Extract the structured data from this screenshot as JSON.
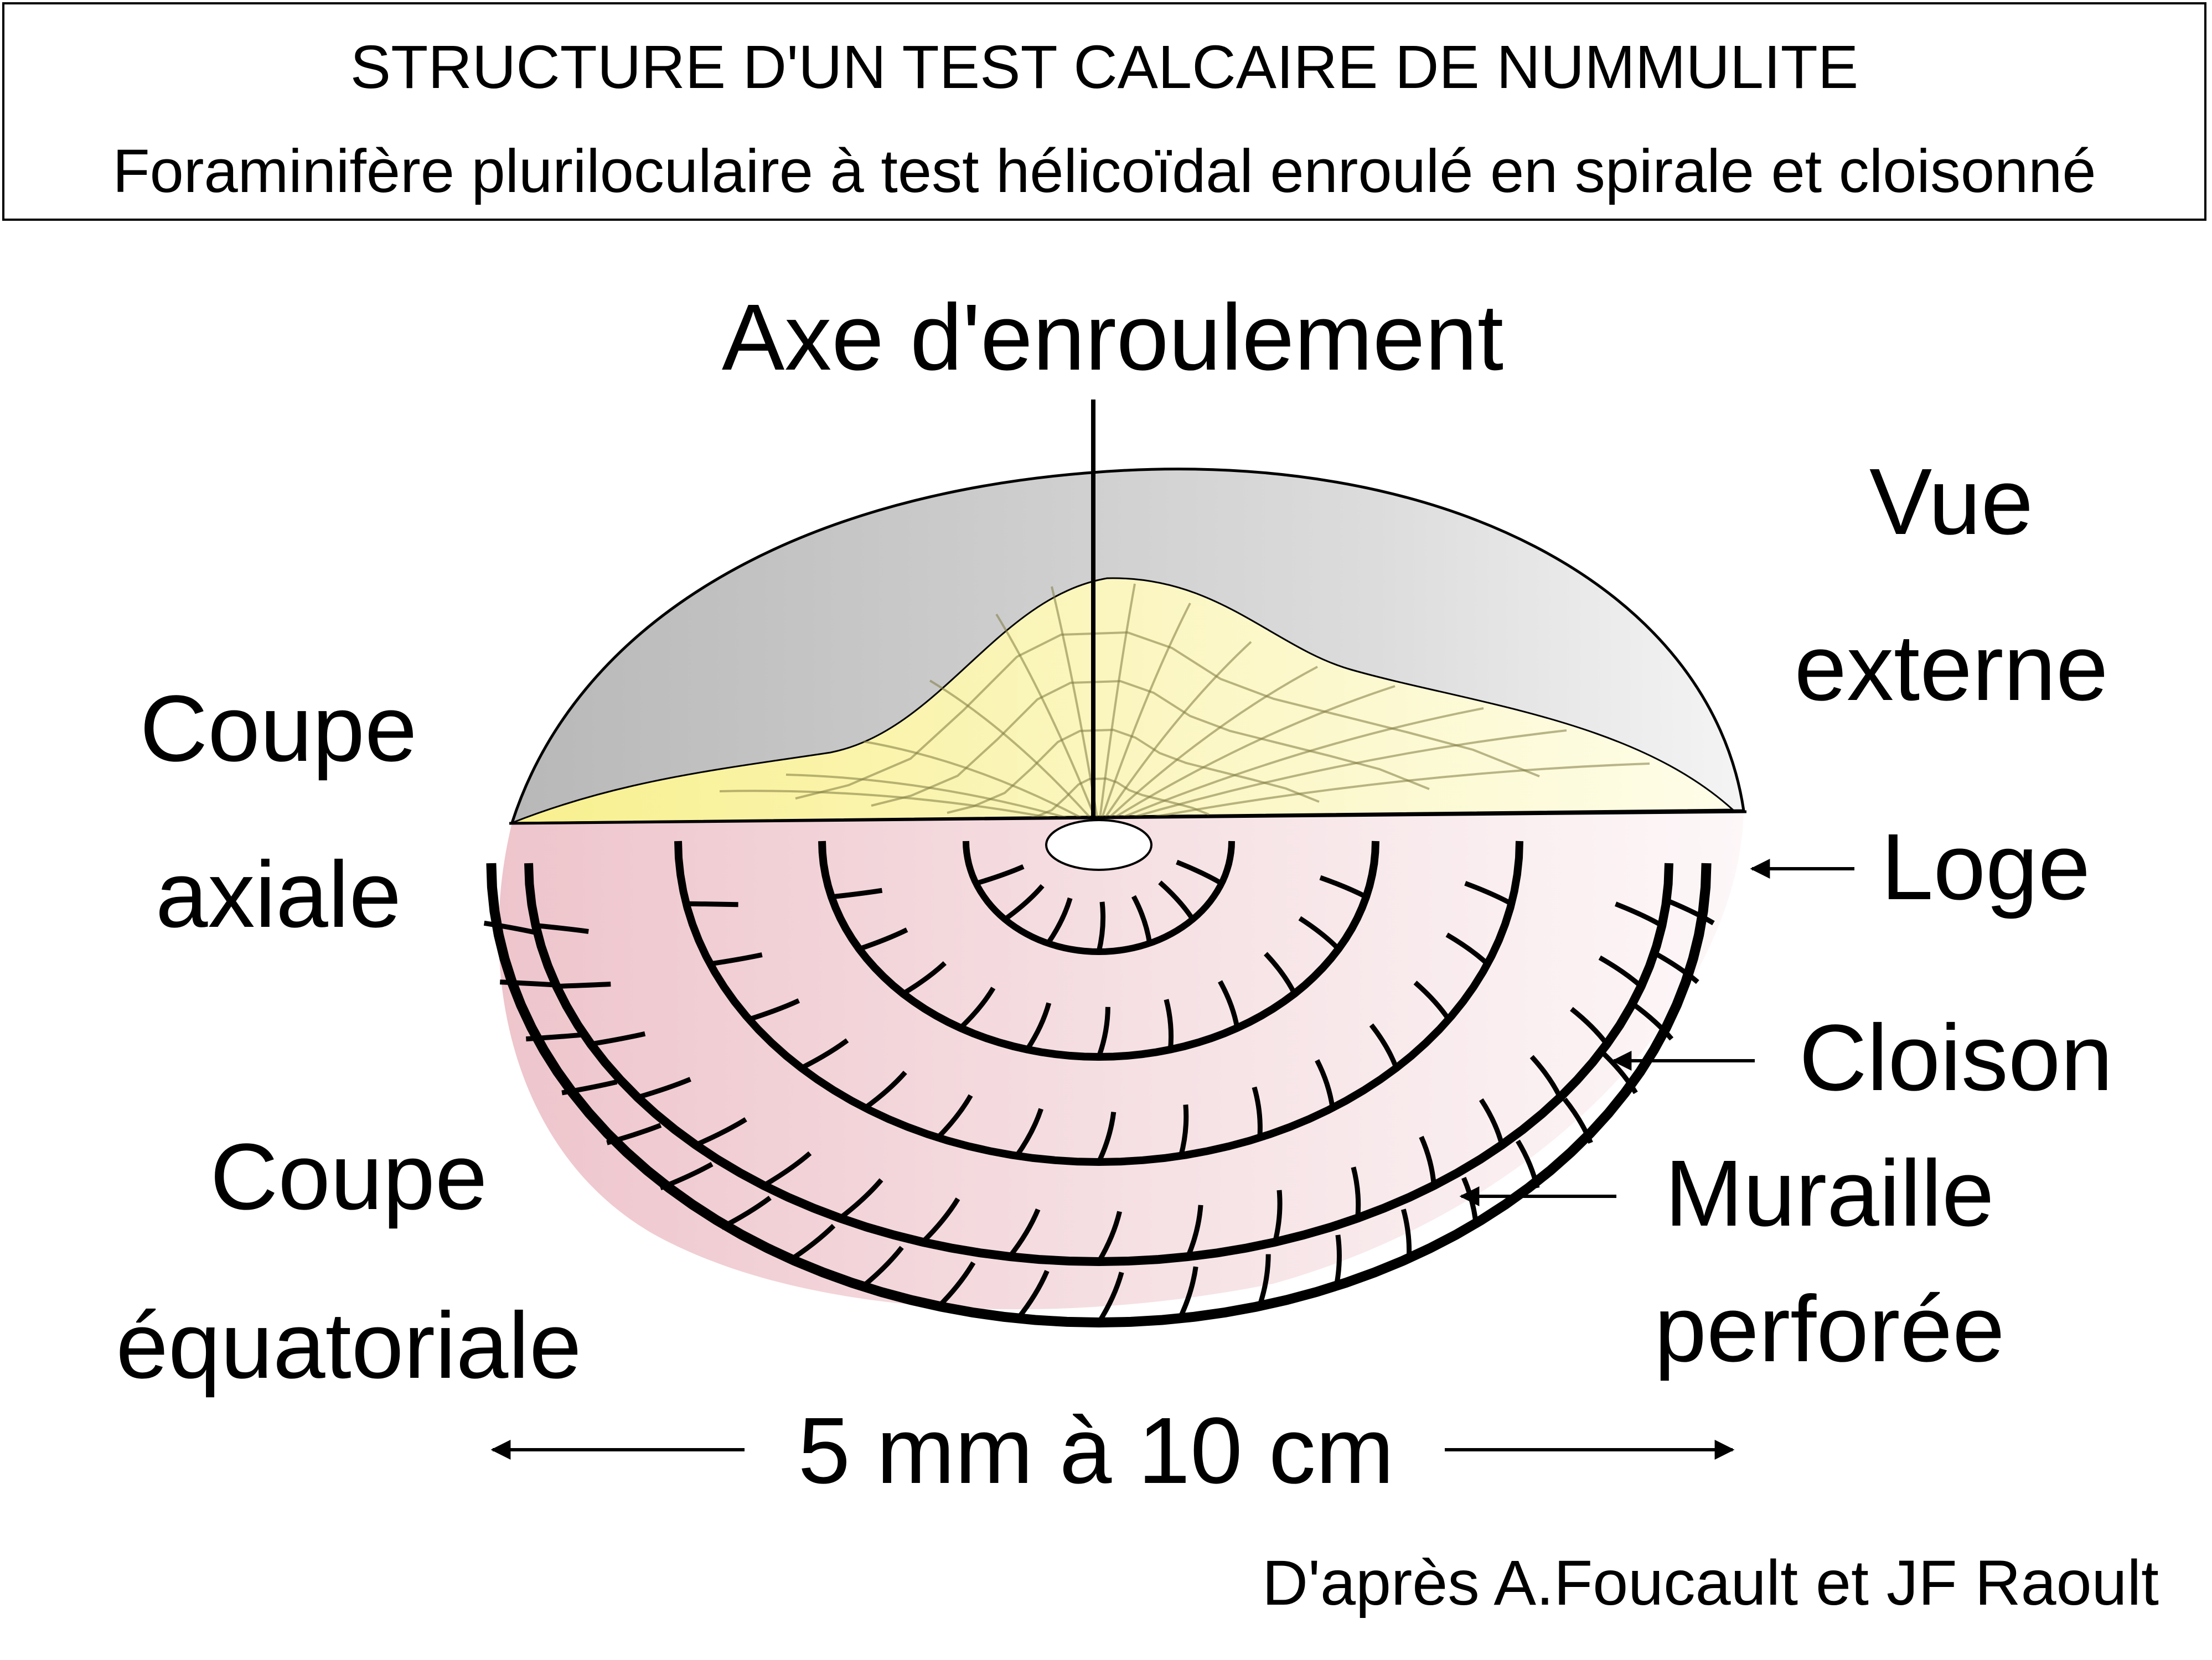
{
  "title": "STRUCTURE D'UN TEST CALCAIRE DE NUMMULITE",
  "subtitle": "Foraminifère pluriloculaire à test hélicoïdal enroulé en spirale et cloisonné",
  "labels": {
    "axis": "Axe d'enroulement",
    "vue_line1": "Vue",
    "vue_line2": "externe",
    "axiale_line1": "Coupe",
    "axiale_line2": "axiale",
    "equat_line1": "Coupe",
    "equat_line2": "équatoriale",
    "loge": "Loge",
    "cloison": "Cloison",
    "muraille_line1": "Muraille",
    "muraille_line2": "perforée",
    "size": "5 mm à 10 cm"
  },
  "credit": "D'après  A.Foucault et JF Raoult",
  "colors": {
    "external_view": "#c8c8c8",
    "axial_section": "#fbf7b8",
    "equatorial_section": "#f2d0d6",
    "outline": "#000000"
  }
}
